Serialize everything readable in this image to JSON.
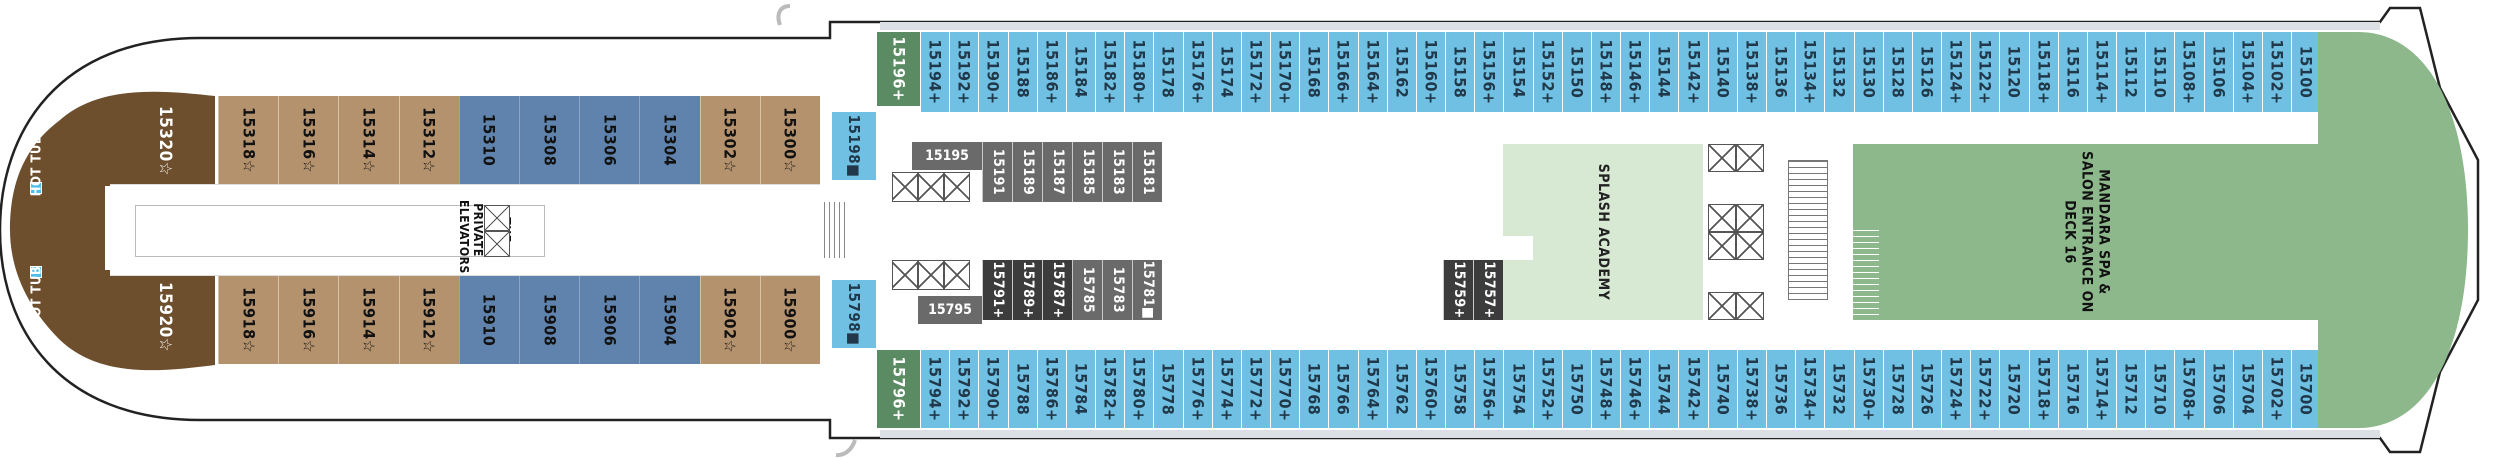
{
  "deck": {
    "top_cabins": [
      {
        "id": "15194",
        "mark": "+",
        "style": "blue"
      },
      {
        "id": "15192",
        "mark": "+",
        "style": "blue"
      },
      {
        "id": "15190",
        "mark": "+",
        "style": "blue"
      },
      {
        "id": "15188",
        "mark": "",
        "style": "blue"
      },
      {
        "id": "15186",
        "mark": "+",
        "style": "blue"
      },
      {
        "id": "15184",
        "mark": "",
        "style": "blue"
      },
      {
        "id": "15182",
        "mark": "+",
        "style": "blue"
      },
      {
        "id": "15180",
        "mark": "+",
        "style": "blue"
      },
      {
        "id": "15178",
        "mark": "",
        "style": "blue"
      },
      {
        "id": "15176",
        "mark": "+",
        "style": "blue"
      },
      {
        "id": "15174",
        "mark": "",
        "style": "blue"
      },
      {
        "id": "15172",
        "mark": "+",
        "style": "blue"
      },
      {
        "id": "15170",
        "mark": "+",
        "style": "blue"
      },
      {
        "id": "15168",
        "mark": "",
        "style": "blue"
      },
      {
        "id": "15166",
        "mark": "+",
        "style": "blue"
      },
      {
        "id": "15164",
        "mark": "+",
        "style": "blue"
      },
      {
        "id": "15162",
        "mark": "",
        "style": "blue"
      },
      {
        "id": "15160",
        "mark": "+",
        "style": "blue"
      },
      {
        "id": "15158",
        "mark": "",
        "style": "blue"
      },
      {
        "id": "15156",
        "mark": "+",
        "style": "blue"
      },
      {
        "id": "15154",
        "mark": "",
        "style": "blue"
      },
      {
        "id": "15152",
        "mark": "+",
        "style": "blue"
      },
      {
        "id": "15150",
        "mark": "",
        "style": "blue"
      },
      {
        "id": "15148",
        "mark": "+",
        "style": "blue"
      },
      {
        "id": "15146",
        "mark": "+",
        "style": "blue"
      },
      {
        "id": "15144",
        "mark": "",
        "style": "blue"
      },
      {
        "id": "15142",
        "mark": "+",
        "style": "blue"
      },
      {
        "id": "15140",
        "mark": "",
        "style": "blue"
      },
      {
        "id": "15138",
        "mark": "+",
        "style": "blue"
      },
      {
        "id": "15136",
        "mark": "",
        "style": "blue"
      },
      {
        "id": "15134",
        "mark": "+",
        "style": "blue"
      },
      {
        "id": "15132",
        "mark": "",
        "style": "blue"
      },
      {
        "id": "15130",
        "mark": "",
        "style": "blue"
      },
      {
        "id": "15128",
        "mark": "",
        "style": "blue"
      },
      {
        "id": "15126",
        "mark": "",
        "style": "blue"
      },
      {
        "id": "15124",
        "mark": "+",
        "style": "blue"
      },
      {
        "id": "15122",
        "mark": "+",
        "style": "blue"
      },
      {
        "id": "15120",
        "mark": "",
        "style": "blue"
      },
      {
        "id": "15118",
        "mark": "+",
        "style": "blue"
      },
      {
        "id": "15116",
        "mark": "",
        "style": "blue"
      },
      {
        "id": "15114",
        "mark": "+",
        "style": "blue"
      },
      {
        "id": "15112",
        "mark": "",
        "style": "blue"
      },
      {
        "id": "15110",
        "mark": "",
        "style": "blue"
      },
      {
        "id": "15108",
        "mark": "+",
        "style": "blue"
      },
      {
        "id": "15106",
        "mark": "",
        "style": "blue"
      },
      {
        "id": "15104",
        "mark": "+",
        "style": "blue"
      },
      {
        "id": "15102",
        "mark": "+",
        "style": "blue"
      },
      {
        "id": "15100",
        "mark": "",
        "style": "blue"
      }
    ],
    "bottom_cabins": [
      {
        "id": "15794",
        "mark": "+",
        "style": "blue"
      },
      {
        "id": "15792",
        "mark": "+",
        "style": "blue"
      },
      {
        "id": "15790",
        "mark": "+",
        "style": "blue"
      },
      {
        "id": "15788",
        "mark": "",
        "style": "blue"
      },
      {
        "id": "15786",
        "mark": "+",
        "style": "blue"
      },
      {
        "id": "15784",
        "mark": "",
        "style": "blue"
      },
      {
        "id": "15782",
        "mark": "+",
        "style": "blue"
      },
      {
        "id": "15780",
        "mark": "+",
        "style": "blue"
      },
      {
        "id": "15778",
        "mark": "",
        "style": "blue"
      },
      {
        "id": "15776",
        "mark": "+",
        "style": "blue"
      },
      {
        "id": "15774",
        "mark": "+",
        "style": "blue"
      },
      {
        "id": "15772",
        "mark": "+",
        "style": "blue"
      },
      {
        "id": "15770",
        "mark": "+",
        "style": "blue"
      },
      {
        "id": "15768",
        "mark": "",
        "style": "blue"
      },
      {
        "id": "15766",
        "mark": "",
        "style": "blue"
      },
      {
        "id": "15764",
        "mark": "+",
        "style": "blue"
      },
      {
        "id": "15762",
        "mark": "",
        "style": "blue"
      },
      {
        "id": "15760",
        "mark": "+",
        "style": "blue"
      },
      {
        "id": "15758",
        "mark": "",
        "style": "blue"
      },
      {
        "id": "15756",
        "mark": "+",
        "style": "blue"
      },
      {
        "id": "15754",
        "mark": "",
        "style": "blue"
      },
      {
        "id": "15752",
        "mark": "+",
        "style": "blue"
      },
      {
        "id": "15750",
        "mark": "",
        "style": "blue"
      },
      {
        "id": "15748",
        "mark": "+",
        "style": "blue"
      },
      {
        "id": "15746",
        "mark": "+",
        "style": "blue"
      },
      {
        "id": "15744",
        "mark": "",
        "style": "blue"
      },
      {
        "id": "15742",
        "mark": "+",
        "style": "blue"
      },
      {
        "id": "15740",
        "mark": "",
        "style": "blue"
      },
      {
        "id": "15738",
        "mark": "+",
        "style": "blue"
      },
      {
        "id": "15736",
        "mark": "",
        "style": "blue"
      },
      {
        "id": "15734",
        "mark": "+",
        "style": "blue"
      },
      {
        "id": "15732",
        "mark": "",
        "style": "blue"
      },
      {
        "id": "15730",
        "mark": "+",
        "style": "blue"
      },
      {
        "id": "15728",
        "mark": "",
        "style": "blue"
      },
      {
        "id": "15726",
        "mark": "",
        "style": "blue"
      },
      {
        "id": "15724",
        "mark": "+",
        "style": "blue"
      },
      {
        "id": "15722",
        "mark": "+",
        "style": "blue"
      },
      {
        "id": "15720",
        "mark": "",
        "style": "blue"
      },
      {
        "id": "15718",
        "mark": "+",
        "style": "blue"
      },
      {
        "id": "15716",
        "mark": "",
        "style": "blue"
      },
      {
        "id": "15714",
        "mark": "+",
        "style": "blue"
      },
      {
        "id": "15712",
        "mark": "",
        "style": "blue"
      },
      {
        "id": "15710",
        "mark": "",
        "style": "blue"
      },
      {
        "id": "15708",
        "mark": "+",
        "style": "blue"
      },
      {
        "id": "15706",
        "mark": "",
        "style": "blue"
      },
      {
        "id": "15704",
        "mark": "",
        "style": "blue"
      },
      {
        "id": "15702",
        "mark": "+",
        "style": "blue"
      },
      {
        "id": "15700",
        "mark": "",
        "style": "blue"
      }
    ],
    "corner_suites": {
      "top": "15196+",
      "bottom": "15796+"
    },
    "side_small": {
      "top": "15198■",
      "bottom": "15798■"
    },
    "haven_top": [
      {
        "id": "15318",
        "mark": "☆",
        "style": "haven"
      },
      {
        "id": "15316",
        "mark": "☆",
        "style": "haven"
      },
      {
        "id": "15314",
        "mark": "☆",
        "style": "haven"
      },
      {
        "id": "15312",
        "mark": "☆",
        "style": "haven"
      },
      {
        "id": "15310",
        "mark": "",
        "style": "haven-blue"
      },
      {
        "id": "15308",
        "mark": "",
        "style": "haven-blue"
      },
      {
        "id": "15306",
        "mark": "",
        "style": "haven-blue"
      },
      {
        "id": "15304",
        "mark": "",
        "style": "haven-blue"
      },
      {
        "id": "15302",
        "mark": "☆",
        "style": "haven"
      },
      {
        "id": "15300",
        "mark": "☆",
        "style": "haven"
      }
    ],
    "haven_bottom": [
      {
        "id": "15918",
        "mark": "☆",
        "style": "haven"
      },
      {
        "id": "15916",
        "mark": "☆",
        "style": "haven"
      },
      {
        "id": "15914",
        "mark": "☆",
        "style": "haven"
      },
      {
        "id": "15912",
        "mark": "☆",
        "style": "haven"
      },
      {
        "id": "15910",
        "mark": "",
        "style": "haven-blue"
      },
      {
        "id": "15908",
        "mark": "",
        "style": "haven-blue"
      },
      {
        "id": "15906",
        "mark": "",
        "style": "haven-blue"
      },
      {
        "id": "15904",
        "mark": "",
        "style": "haven-blue"
      },
      {
        "id": "15902",
        "mark": "☆",
        "style": "haven"
      },
      {
        "id": "15900",
        "mark": "☆",
        "style": "haven"
      }
    ],
    "aft_suites": {
      "top": "15320☆",
      "bottom": "15920☆"
    },
    "hot_tub_label": "HOT TUB",
    "haven_elevators": "THE HAVEN PRIVATE ELEVATORS",
    "inner_top": [
      {
        "id": "15191",
        "style": "dark"
      },
      {
        "id": "15189",
        "style": "dark"
      },
      {
        "id": "15187",
        "style": "dark"
      },
      {
        "id": "15185",
        "style": "dark"
      },
      {
        "id": "15183",
        "style": "dark"
      },
      {
        "id": "15181",
        "style": "dark"
      }
    ],
    "inner_top_label": "15195",
    "inner_bottom": [
      {
        "id": "15791+",
        "style": "blk"
      },
      {
        "id": "15789+",
        "style": "blk"
      },
      {
        "id": "15787+",
        "style": "blk"
      },
      {
        "id": "15785",
        "style": "dark"
      },
      {
        "id": "15783",
        "style": "dark"
      },
      {
        "id": "15781■",
        "style": "dark"
      }
    ],
    "inner_bottom_label": "15795",
    "mid_cabins": [
      "15759+",
      "15757+"
    ],
    "splash_academy": "SPLASH ACADEMY",
    "spa_label": "MANDARA SPA & SALON ENTRANCE ON DECK 16",
    "colors": {
      "cabin_blue": "#6fc0e2",
      "haven": "#b4926d",
      "haven_blue": "#5f83ad",
      "aft_wood": "#6d4f2e",
      "suite_green": "#5b8b62",
      "splash": "#d7e8d3",
      "spa": "#8db88b",
      "ribbon": "#dce0e4"
    }
  }
}
